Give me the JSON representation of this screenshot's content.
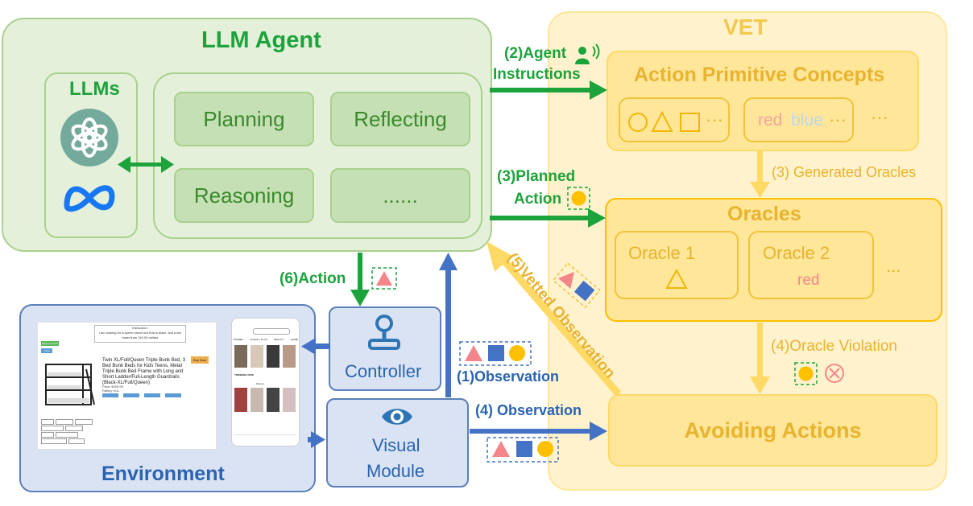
{
  "llm_agent": {
    "title": "LLM Agent",
    "llms_label": "LLMs",
    "logos": [
      "openai-logo",
      "meta-logo"
    ],
    "modules": [
      "Planning",
      "Reflecting",
      "Reasoning",
      "......"
    ]
  },
  "vet": {
    "title": "VET",
    "action_primitive_concepts": {
      "title": "Action Primitive Concepts",
      "shapes_more": "···",
      "colors": [
        {
          "text": "red",
          "color": "#f4a3a3"
        },
        {
          "text": "blue",
          "color": "#bdd7ee"
        }
      ],
      "colors_more": "···",
      "more": "···"
    },
    "oracles": {
      "title": "Oracles",
      "items": [
        {
          "name": "Oracle 1",
          "value_icon": "triangle-outline-icon"
        },
        {
          "name": "Oracle 2",
          "value": "red"
        }
      ],
      "more": "..."
    },
    "avoiding_actions": "Avoiding Actions"
  },
  "flows": {
    "agent_instructions": [
      "(2)Agent",
      "Instructions"
    ],
    "planned_action": [
      "(3)Planned",
      "Action"
    ],
    "generated_oracles": "(3) Generated Oracles",
    "oracle_violation": "(4)Oracle Violation",
    "vetted_observation": "(5)Vetted Observation",
    "action": "(6)Action",
    "observation_1": "(1)Observation",
    "observation_4": "(4) Observation"
  },
  "environment": {
    "title": "Environment",
    "controller": "Controller",
    "visual_module": [
      "Visual",
      "Module"
    ],
    "webpage": {
      "instruction_title": "Instruction:",
      "instruction_text": "i am looking for a queen sized bed that is black, and price lower than 140.00 dollars",
      "product_title": "Twin XL/Full/Queen Triple Bunk Bed, 3 Bed Bunk Beds for Kids Teens, Metal Triple Bunk Bed Frame with Long and Short Ladder/Full-Length Guardrails (Black-XL/Full/Queen)",
      "price": "Price: $309.99",
      "rating": "Rating: N.A.",
      "buy_label": "Buy Now",
      "back_label": "Back to Search",
      "prev_label": "< Prev"
    },
    "phone": {
      "tabs": [
        "WOMEN",
        "CURVE + PLUS",
        "BEAUTY",
        "HOME"
      ],
      "trending": "TRENDING NOW",
      "section": "Women"
    }
  },
  "colors": {
    "green": "#1ca33c",
    "green_text": "#3a8a2b",
    "orange": "#ffd966",
    "orange_text": "#e8b32e",
    "blue": "#4472c4",
    "blue_text": "#2a63b0",
    "shape_red": "#f4868b",
    "shape_blue": "#4472c4",
    "shape_yellow": "#ffc000"
  }
}
